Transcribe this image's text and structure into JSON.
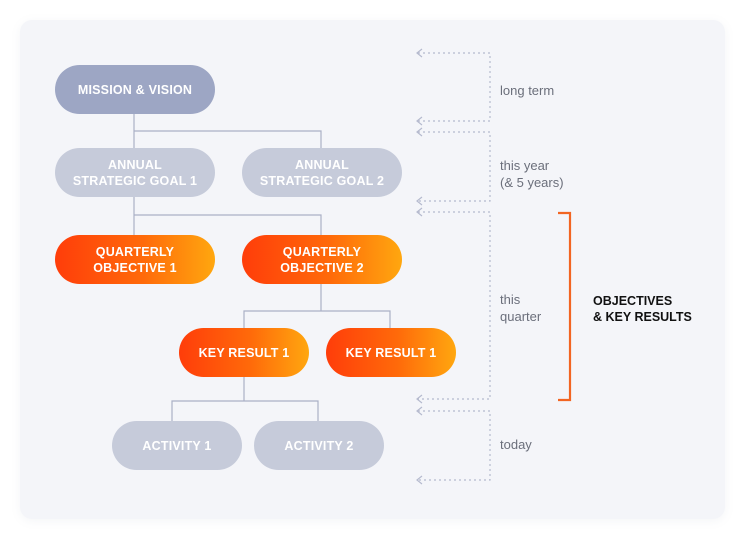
{
  "nodes": {
    "mission": "MISSION & VISION",
    "goal_1": "ANNUAL\nSTRATEGIC GOAL 1",
    "goal_2": "ANNUAL\nSTRATEGIC GOAL 2",
    "objective_1": "QUARTERLY\nOBJECTIVE 1",
    "objective_2": "QUARTERLY\nOBJECTIVE 2",
    "key_result_1": "KEY RESULT 1",
    "key_result_2": "KEY RESULT 1",
    "activity_1": "ACTIVITY 1",
    "activity_2": "ACTIVITY 2"
  },
  "timeline": {
    "long_term": "long term",
    "this_year": "this year\n(& 5 years)",
    "this_quarter": "this\nquarter",
    "today": "today"
  },
  "okr_bracket": {
    "label": "OBJECTIVES\n& KEY RESULTS"
  },
  "colors": {
    "mission": "#9da6c4",
    "muted_node": "#c6cbda",
    "okr_gradient_start": "#ff3d0a",
    "okr_gradient_end": "#ffa70f",
    "bracket": "#f26522",
    "connector": "#aab0c6",
    "timeline_dots": "#b5bace"
  }
}
